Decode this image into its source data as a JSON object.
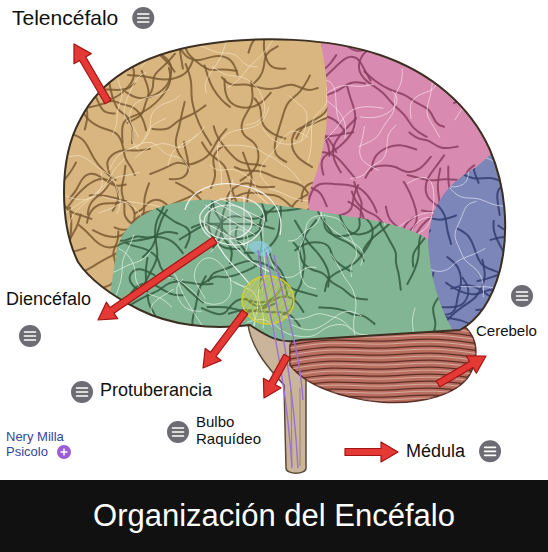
{
  "diagram": {
    "title": "Organización del Encéfalo",
    "labels": [
      "Telencéfalo",
      "Diencéfalo",
      "Protuberancia",
      "Bulbo Raquídeo",
      "Cerebelo",
      "Médula",
      "Nery Milla Psicolo"
    ]
  }
}
